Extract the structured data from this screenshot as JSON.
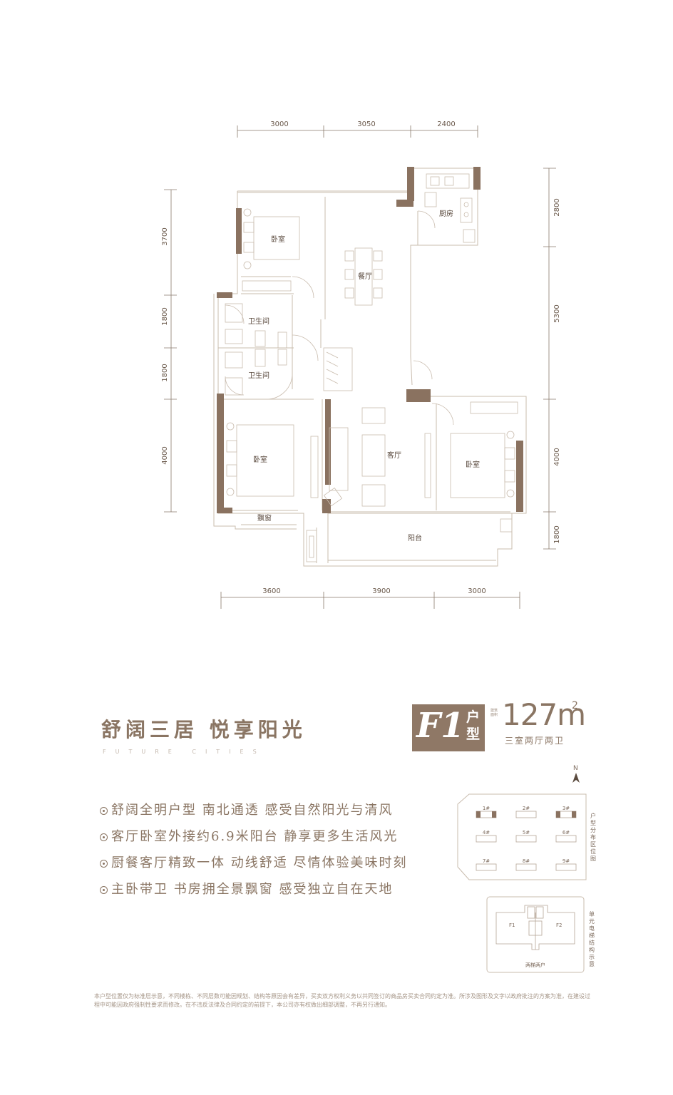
{
  "floorplan": {
    "dimensions_top": [
      "3000",
      "3050",
      "2400"
    ],
    "dimensions_bottom": [
      "3600",
      "3900",
      "3000"
    ],
    "dimensions_left": [
      "3700",
      "1800",
      "1800",
      "4000"
    ],
    "dimensions_right": [
      "2800",
      "5300",
      "4000",
      "1800"
    ],
    "rooms": {
      "bedroom_top": "卧室",
      "dining": "餐厅",
      "kitchen": "厨房",
      "bath_1": "卫生间",
      "bath_2": "卫生间",
      "bedroom_left": "卧室",
      "living": "客厅",
      "bedroom_right": "卧室",
      "bay_window": "飘窗",
      "balcony": "阳台"
    }
  },
  "headline": {
    "slogan": "舒阔三居  悦享阳光",
    "brand_en": "FUTURE CITIES"
  },
  "unit": {
    "code": "F1",
    "label": "户型",
    "area_caption": "建筑面积",
    "area_value": "127",
    "area_unit": "m",
    "area_sup": "2",
    "layout": "三室两厅两卫"
  },
  "features": [
    "舒阔全明户型 南北通透 感受自然阳光与清风",
    "客厅卧室外接约6.9米阳台 静享更多生活风光",
    "厨餐客厅精致一体 动线舒适 尽情体验美味时刻",
    "主卧带卫 书房拥全景飘窗 感受独立自在天地"
  ],
  "site_plan": {
    "north": "N",
    "buildings": [
      "1#",
      "2#",
      "3#",
      "4#",
      "5#",
      "6#",
      "7#",
      "8#",
      "9#"
    ],
    "side_label": "户型分布区位图"
  },
  "elevator_plan": {
    "unit_left": "F1",
    "unit_right": "F2",
    "caption": "两梯两户",
    "side_label": "单元电梯结构示意"
  },
  "disclaimer": "本户型位置仅为标准层示意，不同楼栋、不同层数可能因规划、结构等原因会有差异，买卖双方权利义务以共同签订的商品房买卖合同约定为准。所涉及图形及文字以政府批注的方案为准，在建设过程中可能因政府强制性要求而修改。在不违反法律及合同约定的前提下，本公司亦有权做出细部调整，不再另行通知。",
  "colors": {
    "wall": "#8a7260",
    "line": "#c9bcae",
    "accent": "#8f7866",
    "text": "#8a7563"
  }
}
